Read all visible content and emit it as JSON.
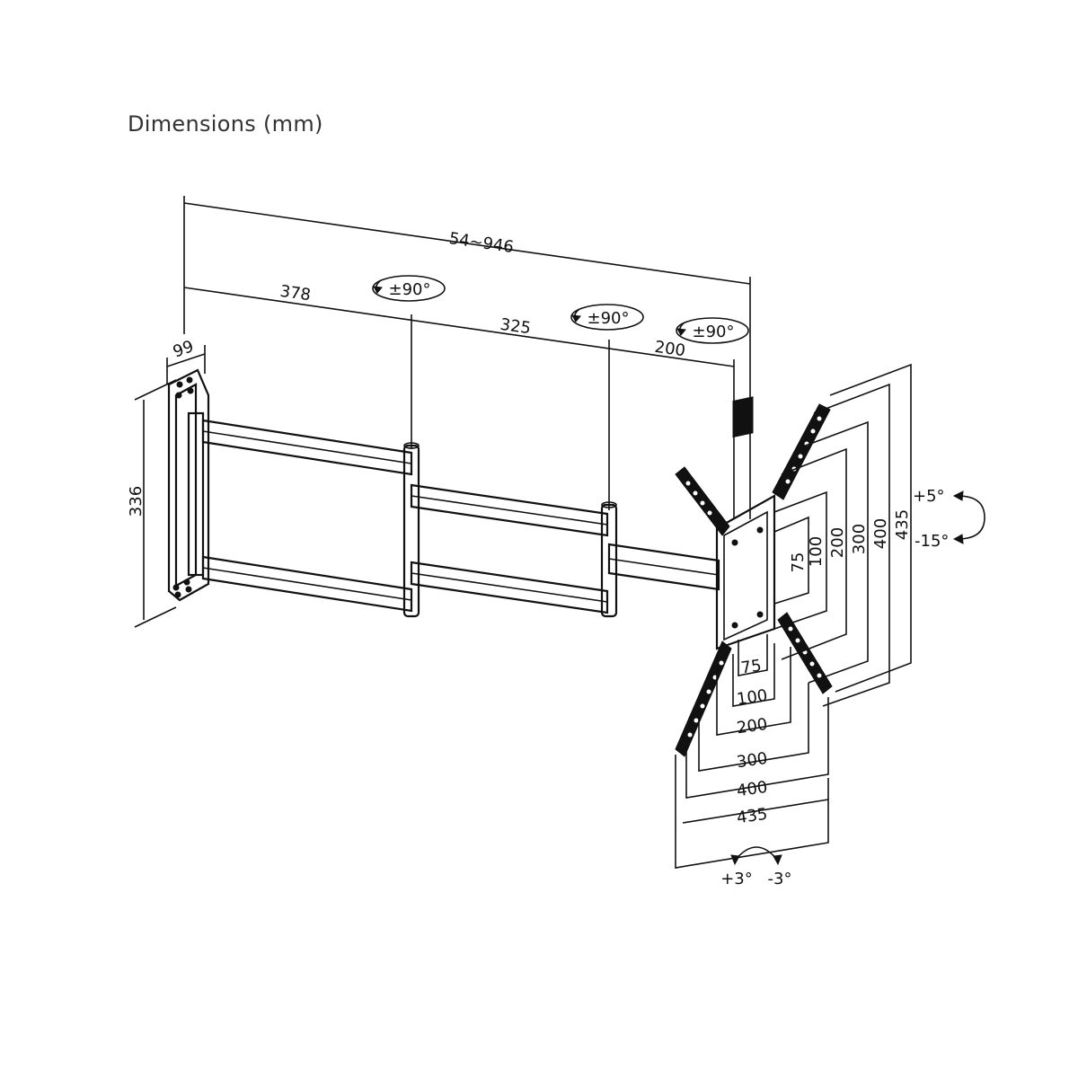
{
  "title": "Dimensions (mm)",
  "dimensions": {
    "total_extension": "54~946",
    "arm_segment_1": "378",
    "arm_segment_2": "325",
    "arm_segment_3": "200",
    "wall_plate_depth": "99",
    "wall_plate_height": "336"
  },
  "rotations": {
    "joint_1": "±90°",
    "joint_2": "±90°",
    "joint_3": "±90°"
  },
  "tilt": {
    "up": "+5°",
    "down": "-15°"
  },
  "level": {
    "plus": "+3°",
    "minus": "-3°"
  },
  "vesa_vertical": [
    "75",
    "100",
    "200",
    "300",
    "400",
    "435"
  ],
  "vesa_horizontal": [
    "75",
    "100",
    "200",
    "300",
    "400",
    "435"
  ],
  "colors": {
    "ink": "#111111",
    "background": "#ffffff"
  }
}
